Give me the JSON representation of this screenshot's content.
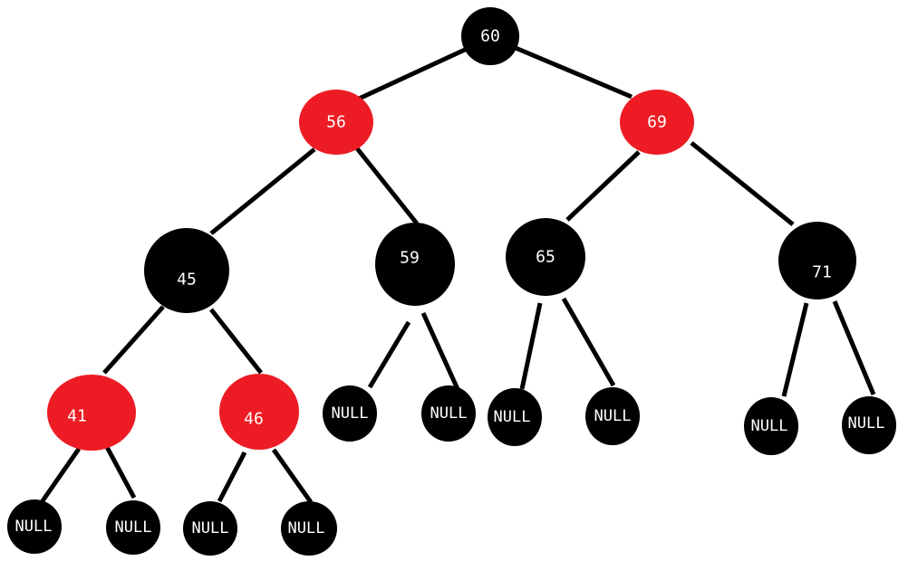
{
  "colors": {
    "red": "#ed1c24",
    "black": "#000000",
    "label": "#ffffff",
    "edge": "#000000"
  },
  "tree": {
    "nodes": {
      "n60": {
        "label": "60",
        "color": "black"
      },
      "n56": {
        "label": "56",
        "color": "red"
      },
      "n69": {
        "label": "69",
        "color": "red"
      },
      "n45": {
        "label": "45",
        "color": "black"
      },
      "n59": {
        "label": "59",
        "color": "black"
      },
      "n65": {
        "label": "65",
        "color": "black"
      },
      "n71": {
        "label": "71",
        "color": "black"
      },
      "n41": {
        "label": "41",
        "color": "red"
      },
      "n46": {
        "label": "46",
        "color": "red"
      },
      "null_41_l": {
        "label": "NULL",
        "color": "black"
      },
      "null_41_r": {
        "label": "NULL",
        "color": "black"
      },
      "null_46_l": {
        "label": "NULL",
        "color": "black"
      },
      "null_46_r": {
        "label": "NULL",
        "color": "black"
      },
      "null_59_l": {
        "label": "NULL",
        "color": "black"
      },
      "null_59_r": {
        "label": "NULL",
        "color": "black"
      },
      "null_65_l": {
        "label": "NULL",
        "color": "black"
      },
      "null_65_r": {
        "label": "NULL",
        "color": "black"
      },
      "null_71_l": {
        "label": "NULL",
        "color": "black"
      },
      "null_71_r": {
        "label": "NULL",
        "color": "black"
      }
    },
    "edges": [
      [
        "n60",
        "n56"
      ],
      [
        "n60",
        "n69"
      ],
      [
        "n56",
        "n45"
      ],
      [
        "n56",
        "n59"
      ],
      [
        "n69",
        "n65"
      ],
      [
        "n69",
        "n71"
      ],
      [
        "n45",
        "n41"
      ],
      [
        "n45",
        "n46"
      ],
      [
        "n59",
        "null_59_l"
      ],
      [
        "n59",
        "null_59_r"
      ],
      [
        "n65",
        "null_65_l"
      ],
      [
        "n65",
        "null_65_r"
      ],
      [
        "n71",
        "null_71_l"
      ],
      [
        "n71",
        "null_71_r"
      ],
      [
        "n41",
        "null_41_l"
      ],
      [
        "n41",
        "null_41_r"
      ],
      [
        "n46",
        "null_46_l"
      ],
      [
        "n46",
        "null_46_r"
      ]
    ]
  }
}
